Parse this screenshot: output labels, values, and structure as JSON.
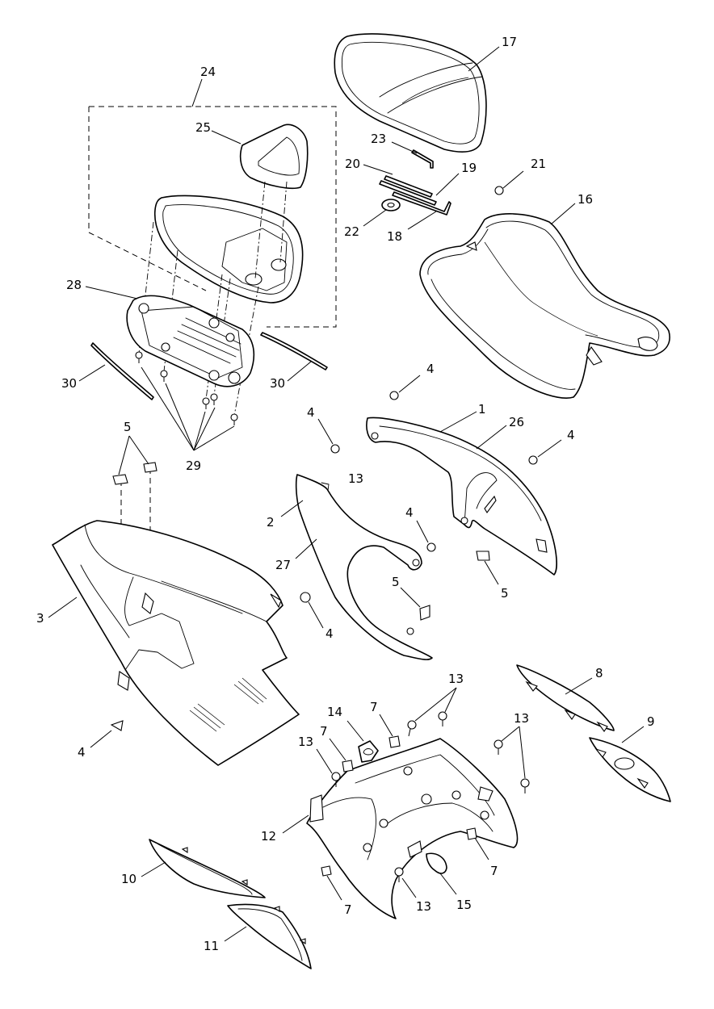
{
  "diagram": {
    "callouts": [
      {
        "id": "c17",
        "text": "17"
      },
      {
        "id": "c24",
        "text": "24"
      },
      {
        "id": "c25",
        "text": "25"
      },
      {
        "id": "c23",
        "text": "23"
      },
      {
        "id": "c20",
        "text": "20"
      },
      {
        "id": "c19",
        "text": "19"
      },
      {
        "id": "c21",
        "text": "21"
      },
      {
        "id": "c16",
        "text": "16"
      },
      {
        "id": "c22",
        "text": "22"
      },
      {
        "id": "c18",
        "text": "18"
      },
      {
        "id": "c28",
        "text": "28"
      },
      {
        "id": "c30a",
        "text": "30"
      },
      {
        "id": "c30b",
        "text": "30"
      },
      {
        "id": "c4a",
        "text": "4"
      },
      {
        "id": "c4b",
        "text": "4"
      },
      {
        "id": "c1",
        "text": "1"
      },
      {
        "id": "c26",
        "text": "26"
      },
      {
        "id": "c4c",
        "text": "4"
      },
      {
        "id": "c5a",
        "text": "5"
      },
      {
        "id": "c29",
        "text": "29"
      },
      {
        "id": "c13a",
        "text": "13"
      },
      {
        "id": "c2",
        "text": "2"
      },
      {
        "id": "c4d",
        "text": "4"
      },
      {
        "id": "c27",
        "text": "27"
      },
      {
        "id": "c5b",
        "text": "5"
      },
      {
        "id": "c5c",
        "text": "5"
      },
      {
        "id": "c3",
        "text": "3"
      },
      {
        "id": "c4e",
        "text": "4"
      },
      {
        "id": "c8",
        "text": "8"
      },
      {
        "id": "c13b",
        "text": "13"
      },
      {
        "id": "c7a",
        "text": "7"
      },
      {
        "id": "c14",
        "text": "14"
      },
      {
        "id": "c13c",
        "text": "13"
      },
      {
        "id": "c9",
        "text": "9"
      },
      {
        "id": "c13d",
        "text": "13"
      },
      {
        "id": "c7b",
        "text": "7"
      },
      {
        "id": "c4f",
        "text": "4"
      },
      {
        "id": "c12",
        "text": "12"
      },
      {
        "id": "c7c",
        "text": "7"
      },
      {
        "id": "c10",
        "text": "10"
      },
      {
        "id": "c7d",
        "text": "7"
      },
      {
        "id": "c13e",
        "text": "13"
      },
      {
        "id": "c15",
        "text": "15"
      },
      {
        "id": "c11",
        "text": "11"
      }
    ]
  }
}
